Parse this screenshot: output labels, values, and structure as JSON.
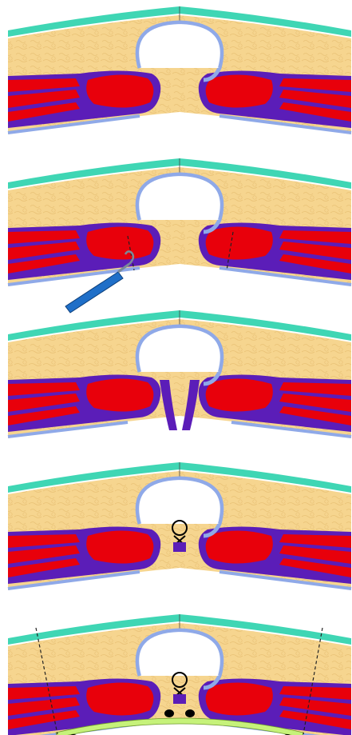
{
  "figure": {
    "panel_count": 5,
    "panels": [
      {
        "step": 1,
        "instrument": "none",
        "sutures": 0
      },
      {
        "step": 2,
        "instrument": "hook-retractor",
        "guide_lines": 2
      },
      {
        "step": 3,
        "instrument": "none",
        "sutures": 0
      },
      {
        "step": 4,
        "instrument": "none",
        "knot": true
      },
      {
        "step": 5,
        "instrument": "none",
        "knot": true,
        "mesh": true,
        "guide_lines": 2
      }
    ]
  },
  "palette": {
    "skin": "#3fd6b4",
    "fat": "#f6d58f",
    "fat_texture": "#e9c276",
    "muscle": "#e8000b",
    "fascia": "#5b1db8",
    "peritoneum": "#8fa9e8",
    "mesh": "#c6f27a",
    "instrument": "#1f6fc8",
    "marker": "#000000"
  }
}
